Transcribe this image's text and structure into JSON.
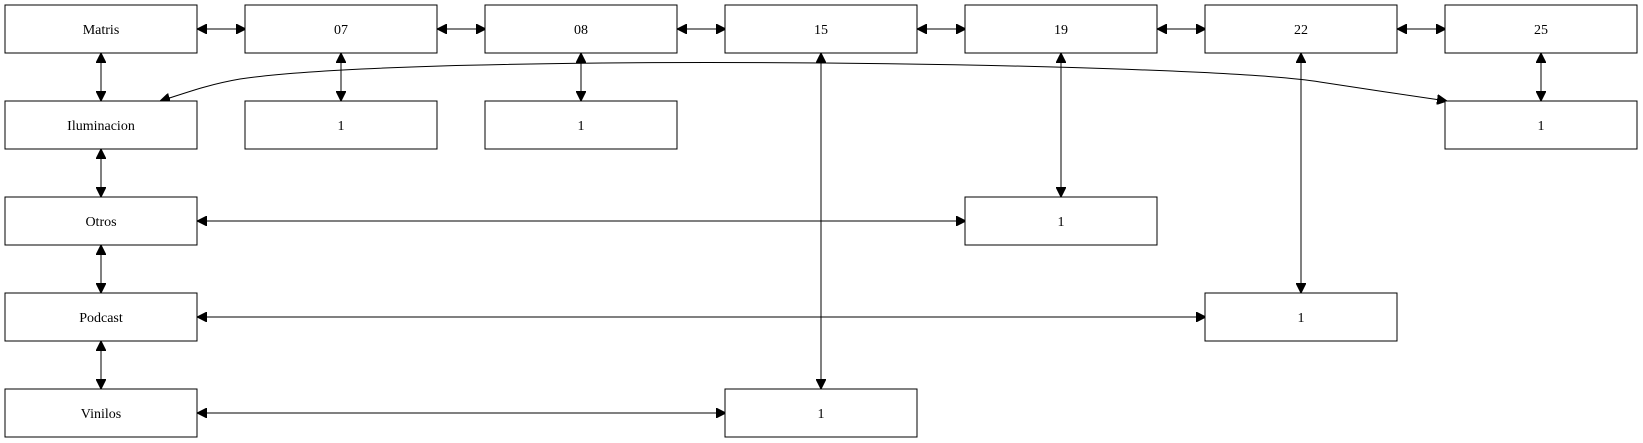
{
  "diagram": {
    "nodes": {
      "matris": "Matris",
      "col_07": "07",
      "col_08": "08",
      "col_15": "15",
      "col_19": "19",
      "col_22": "22",
      "col_25": "25",
      "iluminacion": "Iluminacion",
      "otros": "Otros",
      "podcast": "Podcast",
      "vinilos": "Vinilos",
      "cell_iluminacion_07": "1",
      "cell_iluminacion_08": "1",
      "cell_iluminacion_25": "1",
      "cell_otros_19": "1",
      "cell_podcast_22": "1",
      "cell_vinilos_15": "1"
    }
  }
}
